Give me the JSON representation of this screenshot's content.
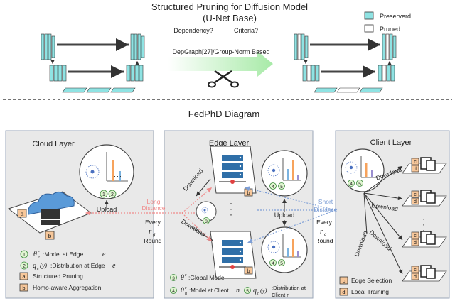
{
  "top": {
    "title": "Structured Pruning for Diffusion Model",
    "subtitle": "(U-Net Base)",
    "dependency": "Dependency?",
    "criteria": "Criteria?",
    "method": "DepGraph[27]/Group-Norm Based",
    "legend": {
      "preserved": "Preserverd",
      "pruned": "Pruned"
    }
  },
  "diagram_title": "FedPhD Diagram",
  "cloud": {
    "title": "Cloud Layer",
    "upload": "Upload",
    "badge_a": "a",
    "badge_b": "b",
    "circle_1": "1",
    "circle_2": "2",
    "legend": [
      {
        "mark": "1",
        "sym": "θ",
        "sub": "e",
        "sup": "r",
        "text": ":Model at Edge",
        "var": "e"
      },
      {
        "mark": "2",
        "sym": "q",
        "sub": "e",
        "arg": "(y)",
        "text": ":Distribution at Edge",
        "var": "e"
      },
      {
        "mark": "a",
        "text": "Structured Pruning"
      },
      {
        "mark": "b",
        "text": "Homo-aware Aggregation"
      }
    ]
  },
  "edge": {
    "title": "Edge Layer",
    "download": "Download",
    "upload": "Upload",
    "every": "Every",
    "rsym": "r",
    "rsub": "g",
    "round": "Round",
    "dots": "·",
    "legend": [
      {
        "mark": "3",
        "sym": "θ",
        "sup": "r",
        "text": ":Global Model"
      },
      {
        "mark": "4",
        "sym": "θ",
        "sub": "n",
        "sup": "r",
        "text": ":Model at Client",
        "var": "n"
      },
      {
        "mark": "5",
        "sym": "q",
        "sub": "n",
        "arg": "(y)",
        "text": ":Distribution at Client",
        "var": "n"
      }
    ]
  },
  "client": {
    "title": "Client Layer",
    "every": "Every",
    "rsym": "r",
    "rsub": "c",
    "round": "Round",
    "download": "Download",
    "legend": [
      {
        "mark": "c",
        "text": "Edge Selection"
      },
      {
        "mark": "d",
        "text": "Local Training"
      }
    ]
  },
  "links": {
    "long_distance": "Long Distance",
    "short_distance": "Short Distance"
  },
  "colors": {
    "preserved": "#8fe3e3",
    "pruned": "#ffffff",
    "badge": "#f7c79a",
    "red_arrow": "#f08a8a",
    "blue_arrow": "#7e9fd6",
    "layer_bg": "#e9e9e9"
  }
}
